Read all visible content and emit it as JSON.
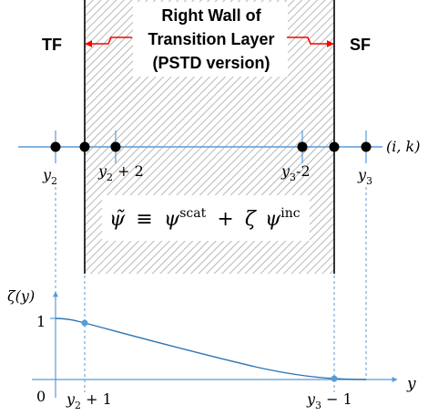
{
  "layer": {
    "title_line1": "Right Wall of",
    "title_line2": "Transition Layer",
    "title_line3": "(PSTD version)"
  },
  "regions": {
    "left": "TF",
    "right": "SF"
  },
  "grid_axis": {
    "label": "(i, k)",
    "ticks": [
      {
        "base": "y",
        "sub": "2",
        "suffix": ""
      },
      {
        "base": "y",
        "sub": "2",
        "suffix": " + 2"
      },
      {
        "base": "y",
        "sub": "3",
        "suffix": "-2"
      },
      {
        "base": "y",
        "sub": "3",
        "suffix": ""
      }
    ]
  },
  "equation": {
    "lhs": "ψ̃",
    "equiv": "≡",
    "psi": "ψ",
    "scat": "scat",
    "plus": "+",
    "zeta": "ζ",
    "inc": "inc"
  },
  "plot": {
    "ylabel": "ζ(y)",
    "xlabel": "y",
    "one_label": "1",
    "zero_label": "0",
    "x_tick_left": {
      "base": "y",
      "sub": "2",
      "suffix": " + 1"
    },
    "x_tick_right": {
      "base": "y",
      "sub": "3",
      "suffix": " − 1"
    }
  },
  "colors": {
    "axis": "#5b9bd5",
    "curve": "#2e75b6",
    "hatch": "#a6a6a6",
    "arrow": "#ff0000",
    "point": "#000000"
  }
}
